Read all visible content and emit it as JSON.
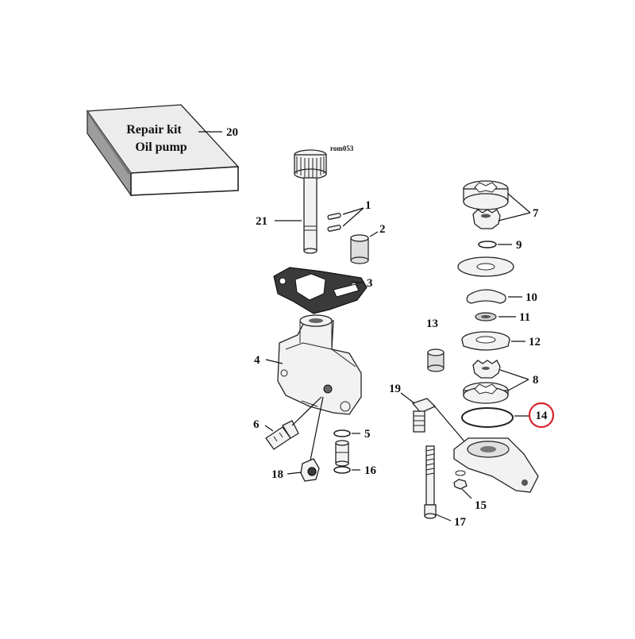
{
  "figure_ref": "rom053",
  "repair_kit": {
    "line1": "Repair kit",
    "line2": "Oil pump",
    "number": "20"
  },
  "callouts": {
    "c1": "1",
    "c2": "2",
    "c3": "3",
    "c4": "4",
    "c5": "5",
    "c6": "6",
    "c7": "7",
    "c8": "8",
    "c9": "9",
    "c10": "10",
    "c11": "11",
    "c12": "12",
    "c13": "13",
    "c14": "14",
    "c15": "15",
    "c16": "16",
    "c17": "17",
    "c18": "18",
    "c19": "19",
    "c21": "21"
  },
  "highlight": {
    "callout": "14",
    "ring_color": "#d8242b"
  }
}
